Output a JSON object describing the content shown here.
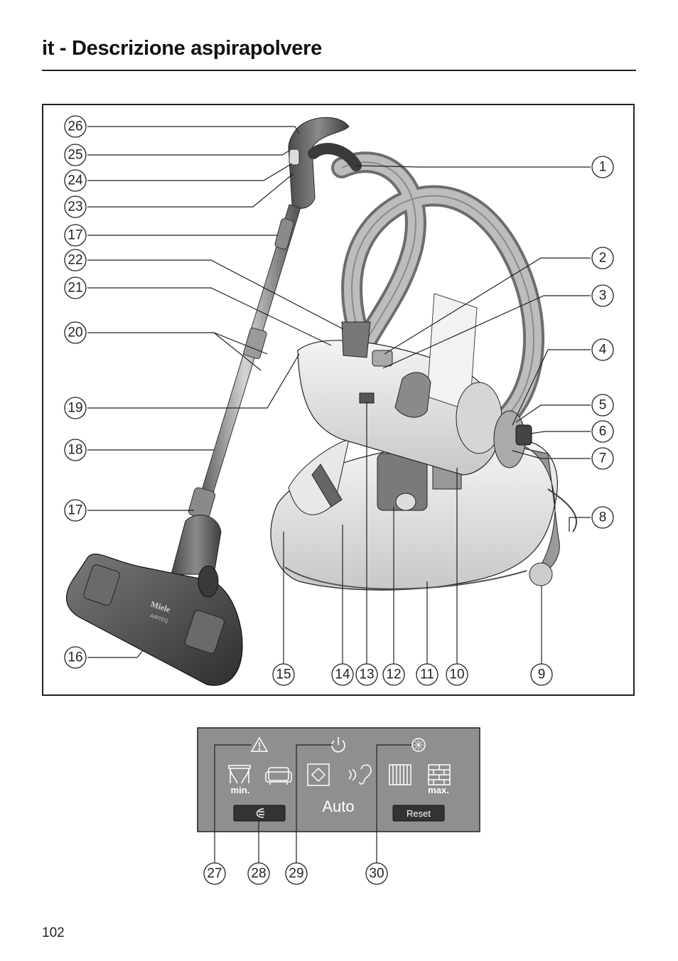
{
  "page": {
    "title": "it - Descrizione aspirapolvere",
    "page_number": "102"
  },
  "figure": {
    "brand_text": "Miele",
    "model_text": "AIRTEQ",
    "callouts_left": [
      "26",
      "25",
      "24",
      "23",
      "17",
      "22",
      "21",
      "20",
      "19",
      "18",
      "17",
      "16"
    ],
    "callouts_right": [
      "1",
      "2",
      "3",
      "4",
      "5",
      "6",
      "7",
      "8"
    ],
    "callouts_bottom": [
      "15",
      "14",
      "13",
      "12",
      "11",
      "10",
      "9"
    ]
  },
  "control_panel": {
    "label_min": "min.",
    "label_max": "max.",
    "label_auto": "Auto",
    "label_reset": "Reset",
    "callouts": [
      "27",
      "28",
      "29",
      "30"
    ],
    "icons": [
      "warning-icon",
      "power-icon",
      "filter-indicator-icon",
      "curtain-icon",
      "upholstery-icon",
      "auto-sensor-icon",
      "sound-icon",
      "carpet-icon",
      "hard-floor-icon",
      "cable-rewind-icon"
    ]
  }
}
